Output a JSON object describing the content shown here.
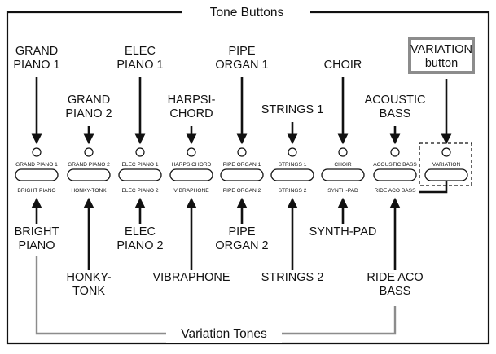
{
  "header": {
    "title": "Tone Buttons"
  },
  "footer": {
    "title": "Variation Tones"
  },
  "variation_button_label": [
    "VARIATION",
    "button"
  ],
  "buttons": [
    {
      "top_label": "GRAND PIANO 1",
      "bottom_label": "BRIGHT PIANO",
      "tone": [
        "GRAND",
        "PIANO 1"
      ],
      "variation": [
        "BRIGHT",
        "PIANO"
      ]
    },
    {
      "top_label": "GRAND PIANO 2",
      "bottom_label": "HONKY-TONK",
      "tone": [
        "GRAND",
        "PIANO 2"
      ],
      "variation": [
        "HONKY-",
        "TONK"
      ]
    },
    {
      "top_label": "ELEC PIANO 1",
      "bottom_label": "ELEC PIANO 2",
      "tone": [
        "ELEC",
        "PIANO 1"
      ],
      "variation": [
        "ELEC",
        "PIANO 2"
      ]
    },
    {
      "top_label": "HARPSICHORD",
      "bottom_label": "VIBRAPHONE",
      "tone": [
        "HARPSI-",
        "CHORD"
      ],
      "variation": [
        "VIBRAPHONE"
      ]
    },
    {
      "top_label": "PIPE ORGAN 1",
      "bottom_label": "PIPE ORGAN 2",
      "tone": [
        "PIPE",
        "ORGAN 1"
      ],
      "variation": [
        "PIPE",
        "ORGAN 2"
      ]
    },
    {
      "top_label": "STRINGS 1",
      "bottom_label": "STRINGS 2",
      "tone": [
        "STRINGS 1"
      ],
      "variation": [
        "STRINGS 2"
      ]
    },
    {
      "top_label": "CHOIR",
      "bottom_label": "SYNTH-PAD",
      "tone": [
        "CHOIR"
      ],
      "variation": [
        "SYNTH-PAD"
      ]
    },
    {
      "top_label": "ACOUSTIC BASS",
      "bottom_label": "RIDE ACO BASS",
      "tone": [
        "ACOUSTIC",
        "BASS"
      ],
      "variation": [
        "RIDE ACO",
        "BASS"
      ]
    },
    {
      "top_label": "VARIATION",
      "bottom_label": "",
      "tone": [],
      "variation": []
    }
  ]
}
